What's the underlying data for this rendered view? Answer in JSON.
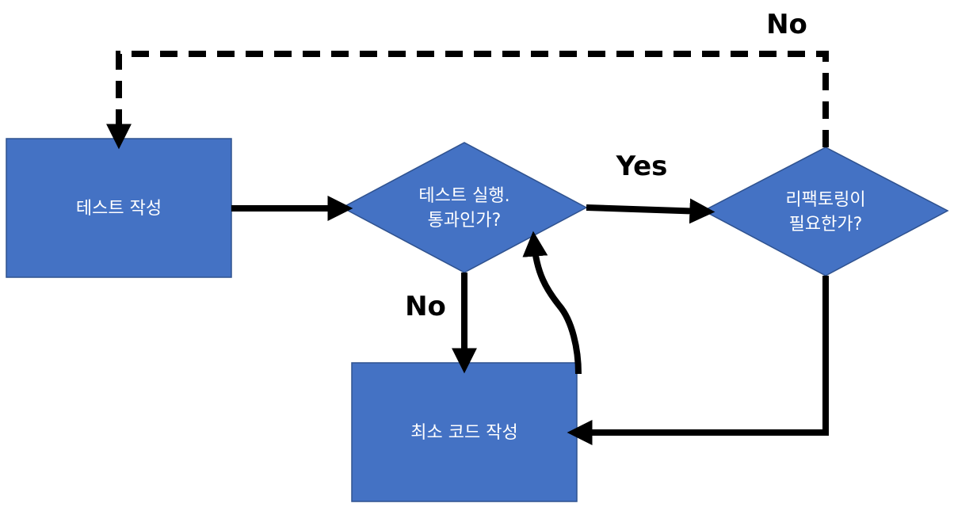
{
  "nodes": {
    "write_test": {
      "label": "테스트 작성"
    },
    "run_test": {
      "line1": "테스트 실행.",
      "line2": "통과인가?"
    },
    "refactor_needed": {
      "line1": "리팩토링이",
      "line2": "필요한가?"
    },
    "write_min_code": {
      "label": "최소 코드 작성"
    }
  },
  "edge_labels": {
    "run_test_yes": "Yes",
    "run_test_no": "No",
    "refactor_no": "No"
  },
  "colors": {
    "node_fill": "#4472c4",
    "node_border": "#2f528f",
    "arrow": "#000000"
  }
}
